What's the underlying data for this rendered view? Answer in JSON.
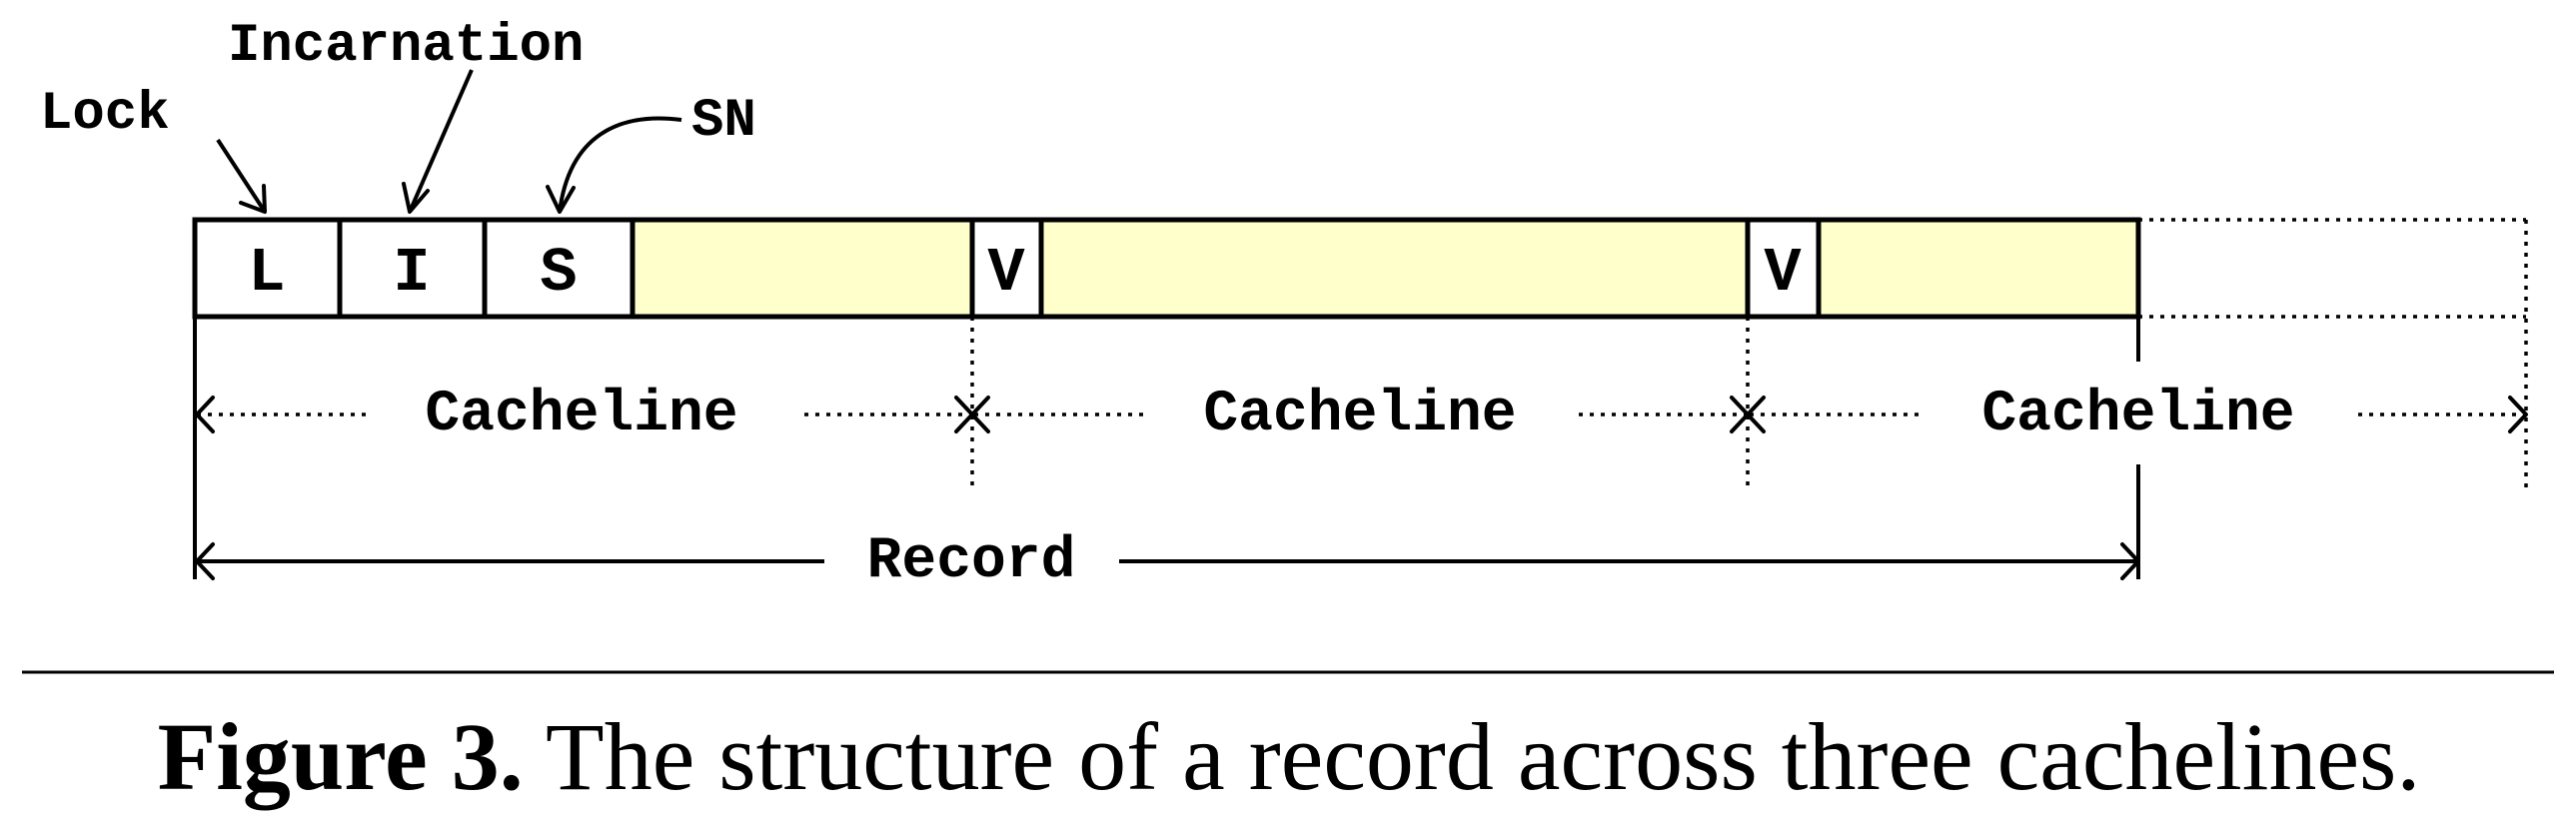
{
  "record_cells": {
    "lock": "L",
    "incarnation": "I",
    "sn": "S",
    "version_1": "V",
    "version_2": "V"
  },
  "annotations": {
    "lock": "Lock",
    "incarnation": "Incarnation",
    "sn": "SN"
  },
  "spans": {
    "cacheline_1": "Cacheline",
    "cacheline_2": "Cacheline",
    "cacheline_3": "Cacheline",
    "record": "Record"
  },
  "caption": {
    "label": "Figure 3.",
    "text": "The structure of a record across three cachelines."
  },
  "colors": {
    "payload_fill": "#ffffcc",
    "stroke": "#000000"
  }
}
